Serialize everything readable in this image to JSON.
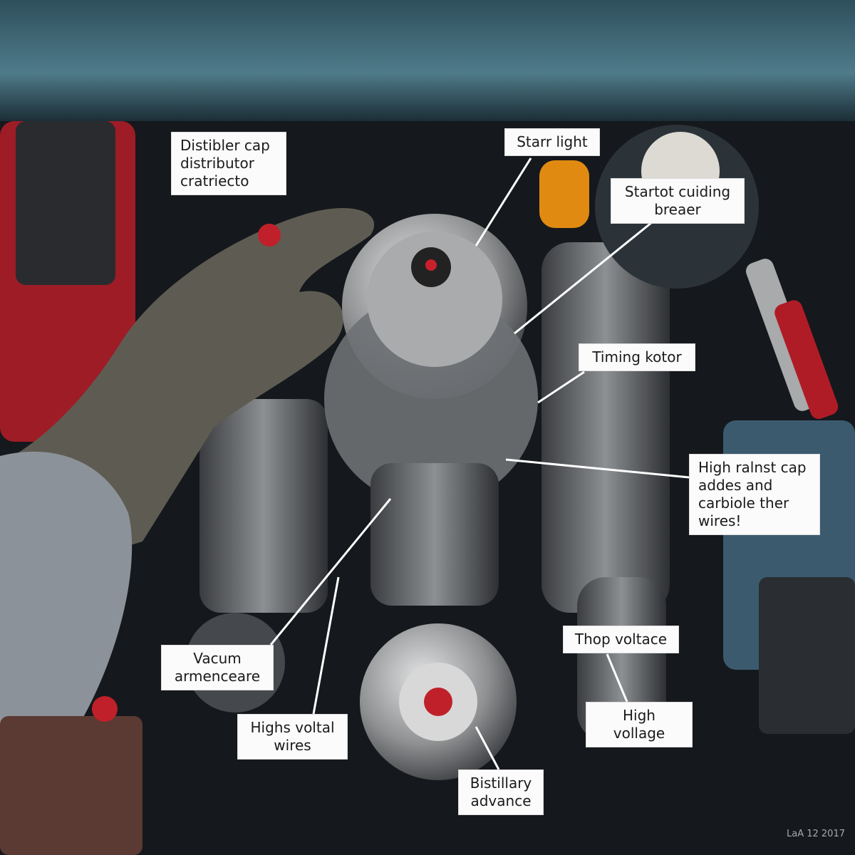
{
  "labels": {
    "distributor_cap": [
      "Distibler cap",
      "distributor",
      "cratriecto"
    ],
    "starr_light": [
      "Starr light"
    ],
    "startot_breaker": [
      "Startot cuiding",
      "breaer"
    ],
    "timing_rotor": [
      "Timing kotor"
    ],
    "high_ralnst_cap": [
      "High ralnst cap",
      "addes and",
      "carbiole ther",
      "wires!"
    ],
    "thop_voltace": [
      "Thop voltace"
    ],
    "high_vollage": [
      "High vollage"
    ],
    "vacum": [
      "Vacum",
      "armenceare"
    ],
    "highs_voltal_wires": [
      "Highs voltal",
      "wires"
    ],
    "bistillary_advance": [
      "Bistillary",
      "advance"
    ]
  },
  "watermark": "LaA 12 2017",
  "colors": {
    "hood": "#3d6676",
    "reservoir_red": "#b11f2a",
    "amber_light": "#e08a12",
    "battery_blue": "#3b5a6e",
    "metal": "#9a9c9e"
  }
}
